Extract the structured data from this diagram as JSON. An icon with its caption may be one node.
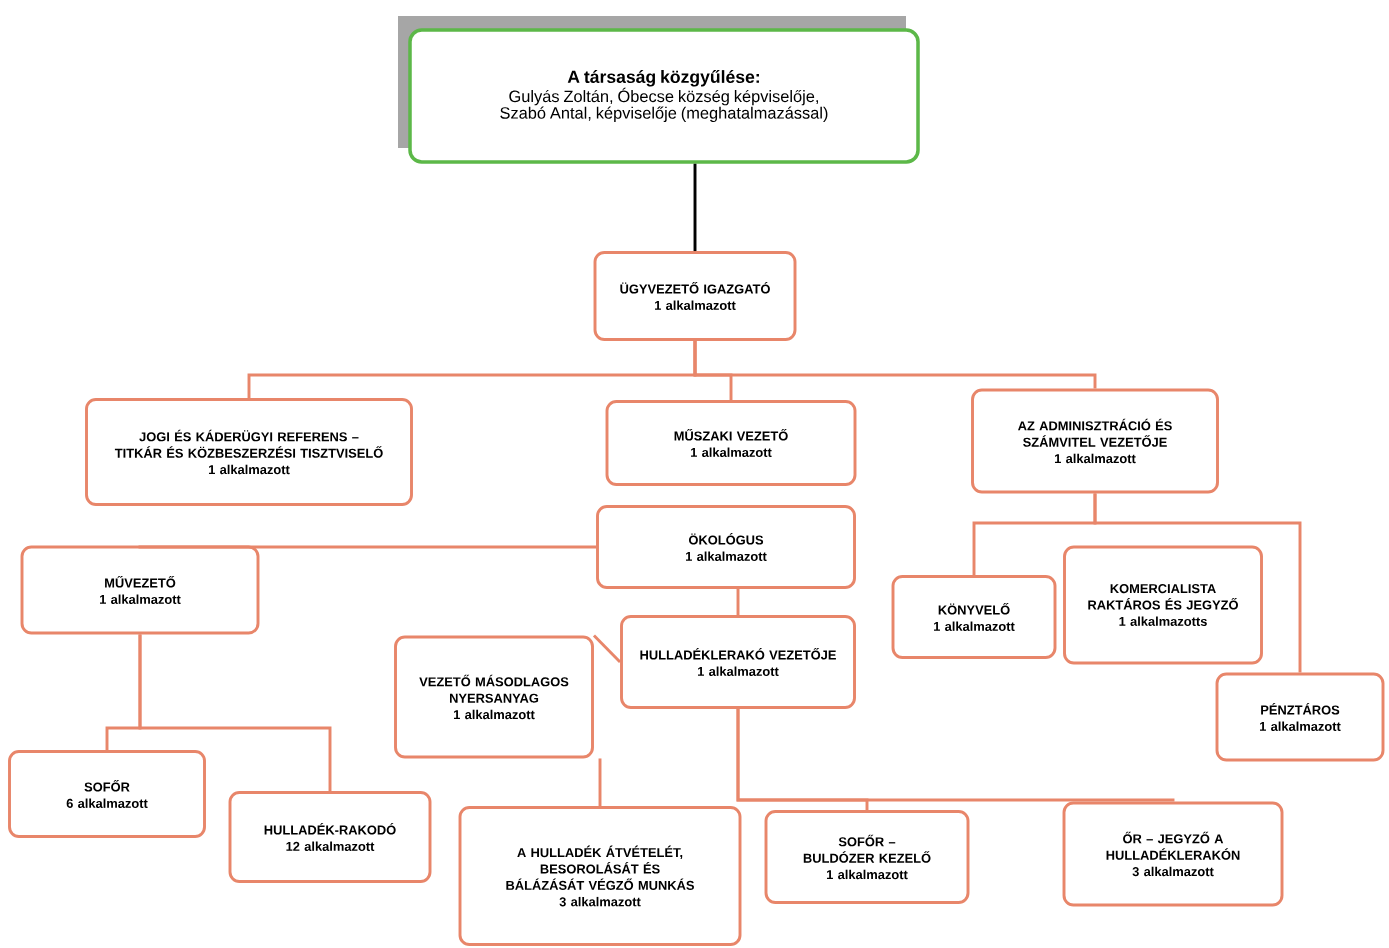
{
  "diagram": {
    "nodes": [
      {
        "text": [
          "A társaság közgyűlése:",
          "Gulyás Zoltán, Óbecse község képviselője, Szabó Antal, képviselője (meghatalmazással)"
        ]
      },
      {
        "text": [
          "ÜGYVEZETŐ IGAZGATÓ",
          "1 alkalmazott"
        ]
      },
      {
        "text": [
          "JOGI ÉS KÁDERÜGYI REFERENS – TITKÁR ÉS KÖZBESZERZÉSI TISZTVISELŐ",
          "1 alkalmazott"
        ]
      },
      {
        "text": [
          "MŰSZAKI VEZETŐ",
          "1 alkalmazott"
        ]
      },
      {
        "text": [
          "AZ ADMINISZTRÁCIÓ ÉS SZÁMVITEL VEZETŐJE",
          "1 alkalmazott"
        ]
      },
      {
        "text": [
          "ÖKOLÓGUS",
          "1 alkalmazott"
        ]
      },
      {
        "text": [
          "MŰVEZETŐ",
          "1 alkalmazott"
        ]
      },
      {
        "text": [
          "KÖNYVELŐ",
          "1 alkalmazott"
        ]
      },
      {
        "text": [
          "KOMERCIALISTA RAKTÁROS ÉS JEGYZŐ",
          "1 alkalmazotts"
        ]
      },
      {
        "text": [
          "HULLADÉKLERAKÓ VEZETŐJE",
          "1 alkalmazott"
        ]
      },
      {
        "text": [
          "VEZETŐ MÁSODLAGOS NYERSANYAG",
          "1 alkalmazott"
        ]
      },
      {
        "text": [
          "PÉNZTÁROS",
          "1 alkalmazott"
        ]
      },
      {
        "text": [
          "SOFŐR",
          "6 alkalmazott"
        ]
      },
      {
        "text": [
          "HULLADÉK-RAKODÓ",
          "12 alkalmazott"
        ]
      },
      {
        "text": [
          "A HULLADÉK ÁTVÉTELÉT, BESOROLÁSÁT ÉS BÁLÁZÁSÁT VÉGZŐ MUNKÁS",
          "3 alkalmazott"
        ]
      },
      {
        "text": [
          "SOFŐR – BULDÓZER KEZELŐ",
          "1 alkalmazott"
        ]
      },
      {
        "text": [
          "ŐR – JEGYZŐ A HULLADÉKLERAKÓN",
          "3 alkalmazott"
        ]
      }
    ],
    "edges": [
      {
        "from": 0,
        "to": 1,
        "arrow": "none",
        "color": "#000000"
      },
      {
        "from": 1,
        "to": 2,
        "arrow": "none"
      },
      {
        "from": 1,
        "to": 3,
        "arrow": "none"
      },
      {
        "from": 1,
        "to": 4,
        "arrow": "none"
      },
      {
        "from": 5,
        "to": 6,
        "arrow": "none"
      },
      {
        "from": 5,
        "to": 9,
        "arrow": "none"
      },
      {
        "from": 4,
        "to": 7,
        "arrow": "none"
      },
      {
        "from": 4,
        "to": 11,
        "arrow": "none"
      },
      {
        "from": 9,
        "to": 10,
        "arrow": "none"
      },
      {
        "from": 6,
        "to": 12,
        "arrow": "none"
      },
      {
        "from": 6,
        "to": 13,
        "arrow": "none"
      },
      {
        "from": 10,
        "to": 14,
        "arrow": "none"
      },
      {
        "from": 9,
        "to": 15,
        "arrow": "none"
      },
      {
        "from": 9,
        "to": 16,
        "arrow": "none"
      }
    ]
  }
}
